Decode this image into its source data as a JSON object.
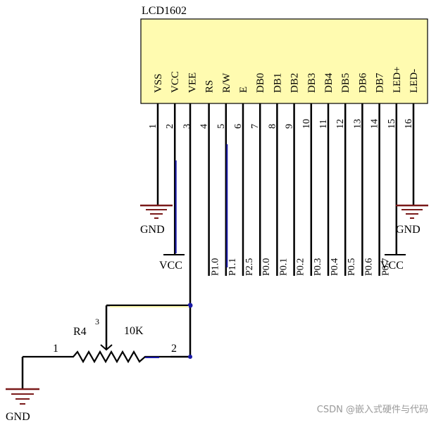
{
  "lcd": {
    "title": "LCD1602",
    "body_color": "#fffbb0",
    "pins": [
      {
        "num": "1",
        "name": "VSS",
        "net": ""
      },
      {
        "num": "2",
        "name": "VCC",
        "net": ""
      },
      {
        "num": "3",
        "name": "VEE",
        "net": ""
      },
      {
        "num": "4",
        "name": "RS",
        "net": "P1.0"
      },
      {
        "num": "5",
        "name": "R/W",
        "net": "P1.1"
      },
      {
        "num": "6",
        "name": "E",
        "net": "P2.5"
      },
      {
        "num": "7",
        "name": "DB0",
        "net": "P0.0"
      },
      {
        "num": "8",
        "name": "DB1",
        "net": "P0.1"
      },
      {
        "num": "9",
        "name": "DB2",
        "net": "P0.2"
      },
      {
        "num": "10",
        "name": "DB3",
        "net": "P0.3"
      },
      {
        "num": "11",
        "name": "DB4",
        "net": "P0.4"
      },
      {
        "num": "12",
        "name": "DB5",
        "net": "P0.5"
      },
      {
        "num": "13",
        "name": "DB6",
        "net": "P0.6"
      },
      {
        "num": "14",
        "name": "DB7",
        "net": "P0.7"
      },
      {
        "num": "15",
        "name": "LED+",
        "net": ""
      },
      {
        "num": "16",
        "name": "LED-",
        "net": ""
      }
    ]
  },
  "labels": {
    "gnd_left": "GND",
    "gnd_right": "GND",
    "gnd_bottom": "GND",
    "vcc_left": "VCC",
    "vcc_right": "VCC",
    "resistor_name": "R4",
    "resistor_value": "10K",
    "resistor_pin1": "1",
    "resistor_pin2": "2",
    "resistor_pin3": "3"
  },
  "colors": {
    "wire": "#000000",
    "wire_highlight": "#1a1aa6",
    "ground": "#7a1a1a",
    "body": "#fffbb0",
    "resistor_box": "#fffbb0"
  },
  "watermark": "CSDN @嵌入式硬件与代码"
}
